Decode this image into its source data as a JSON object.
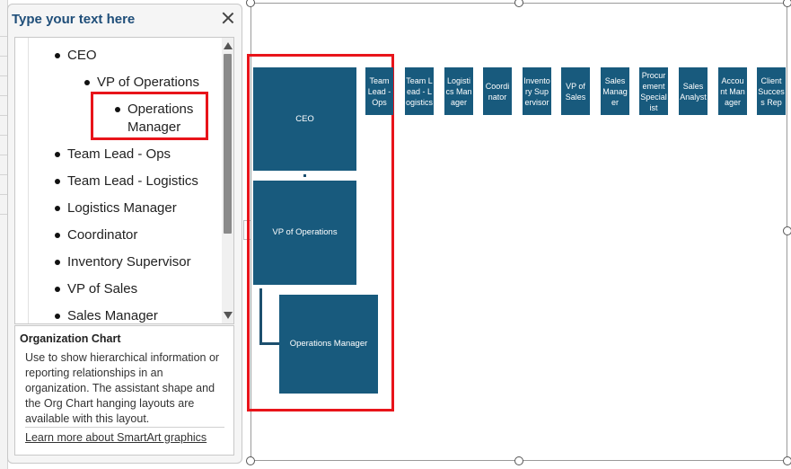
{
  "pane": {
    "title": "Type your text here",
    "items": [
      {
        "label": "CEO"
      },
      {
        "label": "VP of Operations"
      },
      {
        "label": "Operations"
      },
      {
        "label": "Manager"
      },
      {
        "label": "Team Lead - Ops"
      },
      {
        "label": "Team Lead - Logistics"
      },
      {
        "label": "Logistics Manager"
      },
      {
        "label": "Coordinator"
      },
      {
        "label": "Inventory Supervisor"
      },
      {
        "label": "VP of Sales"
      },
      {
        "label": "Sales Manager"
      }
    ],
    "info": {
      "title": "Organization Chart",
      "description": "Use to show hierarchical information or reporting relationships in an organization. The assistant shape and the Org Chart hanging layouts are available with this layout.",
      "link": "Learn more about SmartArt graphics"
    }
  },
  "chart": {
    "node_color": "#185a7d",
    "highlight_color": "#e8141a",
    "main_nodes": [
      {
        "label": "CEO"
      },
      {
        "label": "VP of Operations"
      },
      {
        "label": "Operations Manager"
      }
    ],
    "small_nodes": [
      {
        "label": "Team Lead - Ops"
      },
      {
        "label": "Team Lead - Logistics"
      },
      {
        "label": "Logistics Manager"
      },
      {
        "label": "Coordinator"
      },
      {
        "label": "Inventory Supervisor"
      },
      {
        "label": "VP of Sales"
      },
      {
        "label": "Sales Manager"
      },
      {
        "label": "Procurement Specialist"
      },
      {
        "label": "Sales Analyst"
      },
      {
        "label": "Account Manager"
      },
      {
        "label": "Client Success Rep"
      }
    ]
  }
}
